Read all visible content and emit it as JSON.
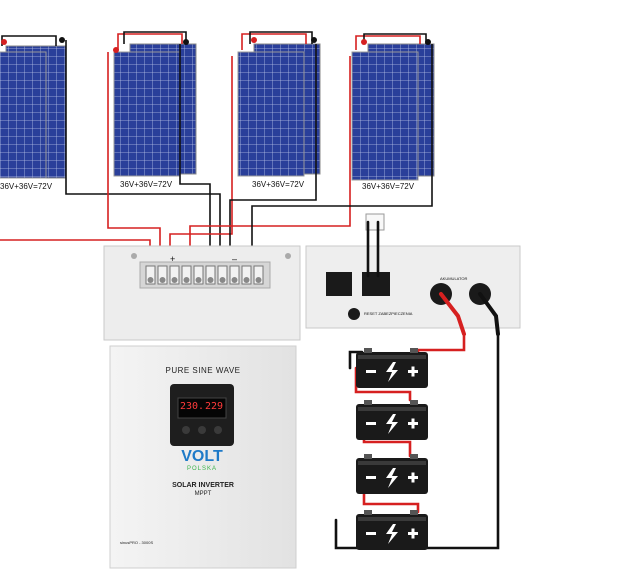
{
  "panels": [
    {
      "label": "36V+36V=72V"
    },
    {
      "label": "36V+36V=72V"
    },
    {
      "label": "36V+36V=72V"
    },
    {
      "label": "36V+36V=72V"
    }
  ],
  "inverter": {
    "headline": "PURE SINE WAVE",
    "brand": "VOLT",
    "brand_sub": "POLSKA",
    "product": "SOLAR INVERTER",
    "product_sub": "MPPT",
    "display_left": "230.",
    "display_right": "229",
    "model": "sinusPRO - 3000S"
  },
  "terminal_panel": {
    "plus": "+",
    "minus": "–"
  },
  "connection_box": {
    "battery_label": "AKUMULATOR",
    "reset_label": "RESET ZABEZPIECZENIA"
  },
  "batteries": [
    {
      "name": "battery-1"
    },
    {
      "name": "battery-2"
    },
    {
      "name": "battery-3"
    },
    {
      "name": "battery-4"
    }
  ],
  "colors": {
    "panel_blue": "#2a3f9a",
    "wire_red": "#d62020",
    "wire_black": "#111111",
    "battery_body": "#1a1a1a",
    "brand_blue": "#1e7ac8",
    "brand_green": "#3ab34a"
  }
}
